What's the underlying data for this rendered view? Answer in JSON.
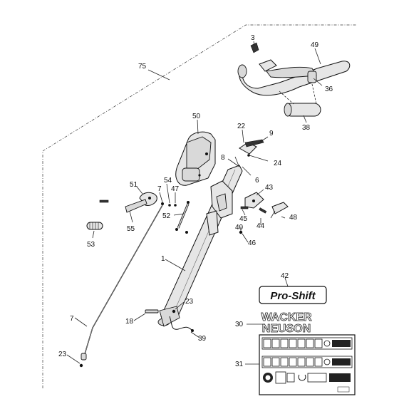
{
  "callouts": {
    "c3": "3",
    "c49": "49",
    "c75": "75",
    "c36": "36",
    "c38": "38",
    "c50": "50",
    "c22": "22",
    "c9": "9",
    "c8": "8",
    "c24": "24",
    "c6": "6",
    "c54": "54",
    "c7a": "7",
    "c47": "47",
    "c51": "51",
    "c43": "43",
    "c52": "52",
    "c45": "45",
    "c48": "48",
    "c55": "55",
    "c40": "40",
    "c44": "44",
    "c53": "53",
    "c46": "46",
    "c1": "1",
    "c42": "42",
    "c7b": "7",
    "c23a": "23",
    "c18": "18",
    "c30": "30",
    "c39": "39",
    "c23b": "23",
    "c31": "31"
  },
  "decals": {
    "proshift": "Pro-Shift",
    "wacker_line1": "WACKER",
    "wacker_line2": "NEUSON"
  }
}
